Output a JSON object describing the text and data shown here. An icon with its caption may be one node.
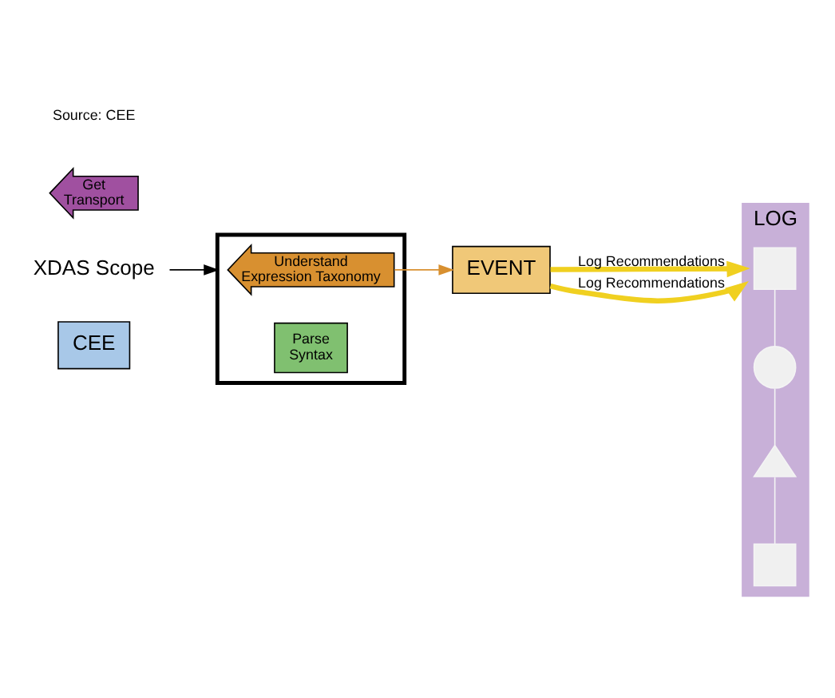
{
  "diagram": {
    "nodes": [
      {
        "text": [
          "CEE"
        ]
      },
      {
        "text": [
          "EVENT"
        ]
      },
      {
        "text": [
          "LOG"
        ]
      },
      {
        "text": [
          "XDAS Scope"
        ]
      },
      {
        "text": [],
        "shape": "box"
      },
      {
        "text": [
          "Understand",
          "Expression Taxonomy"
        ],
        "in": 4
      },
      {
        "text": [
          "Parse",
          "Syntax"
        ],
        "in": 4
      },
      {
        "text": [
          "Get",
          "Transport"
        ]
      },
      {
        "text": [],
        "shape": "box",
        "in": 2
      },
      {
        "text": [],
        "shape": "circle",
        "in": 2
      },
      {
        "text": [],
        "shape": "triangle",
        "in": 2
      },
      {
        "text": [],
        "shape": "box",
        "in": 2
      }
    ],
    "edges": [
      {
        "from": 3,
        "to": 4,
        "arrow": "to",
        "color": "#000000"
      },
      {
        "from": 1,
        "to": 2,
        "arrow": "to",
        "label": "Log Recommendations",
        "style": "thick",
        "color": "#f0d020"
      },
      {
        "from": 1,
        "to": 2,
        "arrow": "to",
        "label": "Log Recommendations",
        "style": "thick",
        "color": "#f0d020"
      },
      {
        "from": 5,
        "to": 1,
        "arrow": "to",
        "color": "#d89030"
      },
      {
        "from": 8,
        "to": 9,
        "arrow": "none",
        "color": "#f4f4f4"
      },
      {
        "from": 9,
        "to": 10,
        "arrow": "none",
        "color": "#f4f4f4"
      },
      {
        "from": 10,
        "to": 11,
        "arrow": "none",
        "color": "#f4f4f4"
      }
    ],
    "labels": [
      "Source: CEE"
    ]
  }
}
